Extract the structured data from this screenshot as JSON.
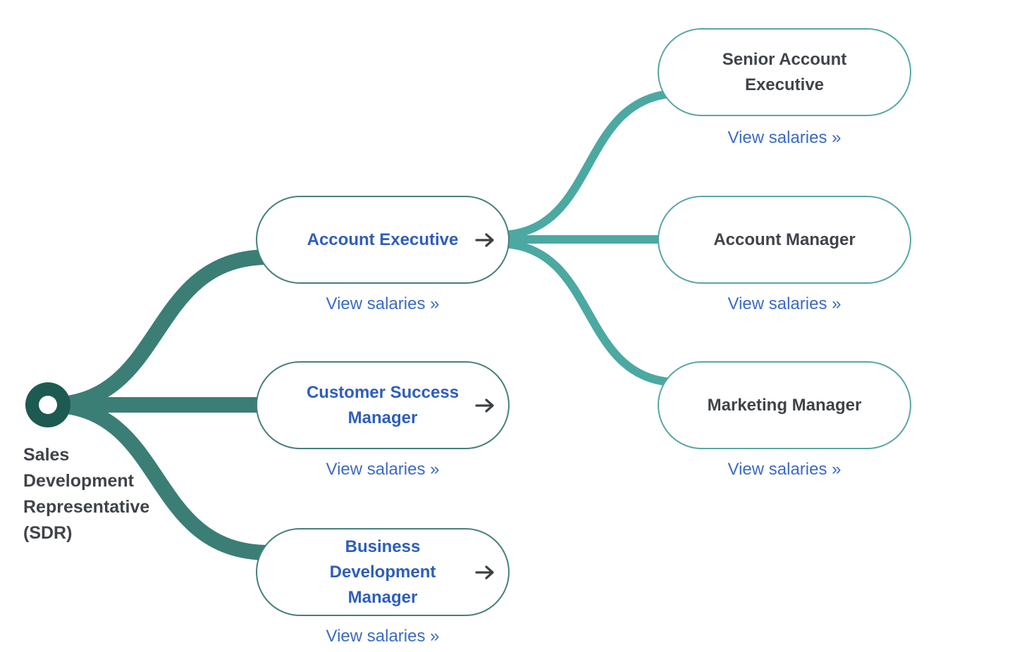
{
  "diagram": {
    "type": "career-path",
    "root": {
      "label": "Sales Development Representative (SDR)",
      "lines": [
        "Sales",
        "Development",
        "Representative",
        "(SDR)"
      ]
    },
    "link_label": "View salaries »",
    "icons": {
      "node_arrow": "arrow-right",
      "link_chevron": "»"
    },
    "level1": [
      {
        "label": "Account Executive",
        "lines": [
          "Account Executive"
        ],
        "link": "View salaries »"
      },
      {
        "label": "Customer Success Manager",
        "lines": [
          "Customer Success",
          "Manager"
        ],
        "link": "View salaries »"
      },
      {
        "label": "Business Development Manager",
        "lines": [
          "Business",
          "Development",
          "Manager"
        ],
        "link": "View salaries »"
      }
    ],
    "level2": [
      {
        "label": "Senior Account Executive",
        "lines": [
          "Senior Account",
          "Executive"
        ],
        "link": "View salaries »"
      },
      {
        "label": "Account Manager",
        "lines": [
          "Account Manager"
        ],
        "link": "View salaries »"
      },
      {
        "label": "Marketing Manager",
        "lines": [
          "Marketing Manager"
        ],
        "link": "View salaries »"
      }
    ],
    "edges": [
      {
        "from": "Sales Development Representative (SDR)",
        "to": "Account Executive"
      },
      {
        "from": "Sales Development Representative (SDR)",
        "to": "Customer Success Manager"
      },
      {
        "from": "Sales Development Representative (SDR)",
        "to": "Business Development Manager"
      },
      {
        "from": "Account Executive",
        "to": "Senior Account Executive"
      },
      {
        "from": "Account Executive",
        "to": "Account Manager"
      },
      {
        "from": "Account Executive",
        "to": "Marketing Manager"
      }
    ],
    "colors": {
      "root_node": "#1d5a52",
      "edge_level1": "#3b7e76",
      "edge_level2": "#4ba9a2",
      "border_level1": "#45807b",
      "border_level2": "#58a7a2",
      "label_blue": "#2e5ebc",
      "label_gray": "#404449",
      "link_blue": "#3b6ac6",
      "arrow_gray": "#3c4043"
    }
  }
}
